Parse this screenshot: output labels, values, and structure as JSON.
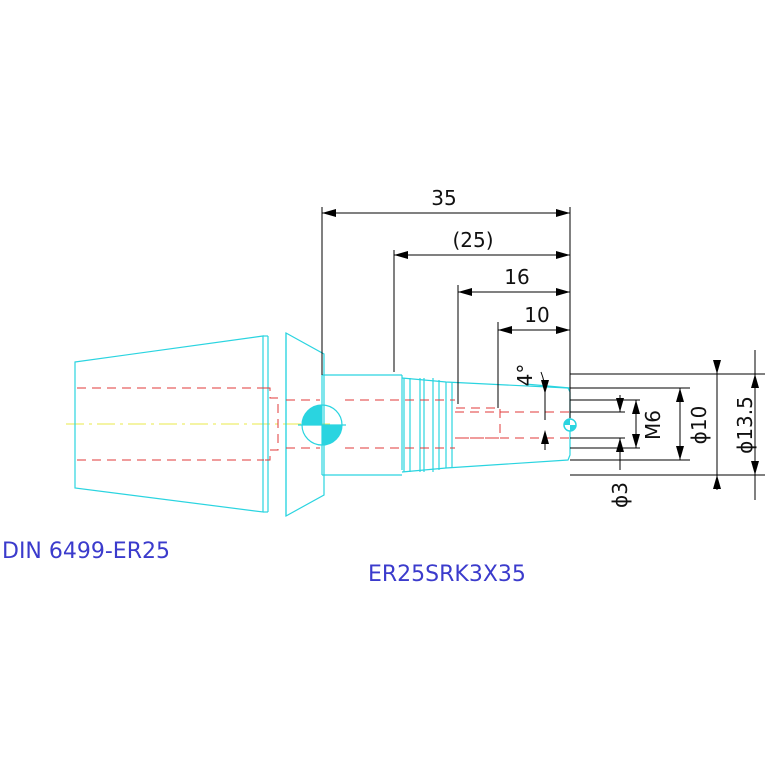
{
  "labels": {
    "collet": "DIN 6499-ER25",
    "part": "ER25SRK3X35"
  },
  "dimensions": {
    "overall_length": "35",
    "ref_length": "(25)",
    "length_16": "16",
    "length_10": "10",
    "angle": "4°",
    "dia_3": "ϕ3",
    "thread": "M6",
    "dia_10": "ϕ10",
    "dia_13_5": "ϕ13.5"
  },
  "colors": {
    "outline": "#2ad4e0",
    "hidden": "#e23a3a",
    "dimension": "#000000",
    "text_label": "#3b3bcc",
    "centerline": "#e8e84a"
  }
}
